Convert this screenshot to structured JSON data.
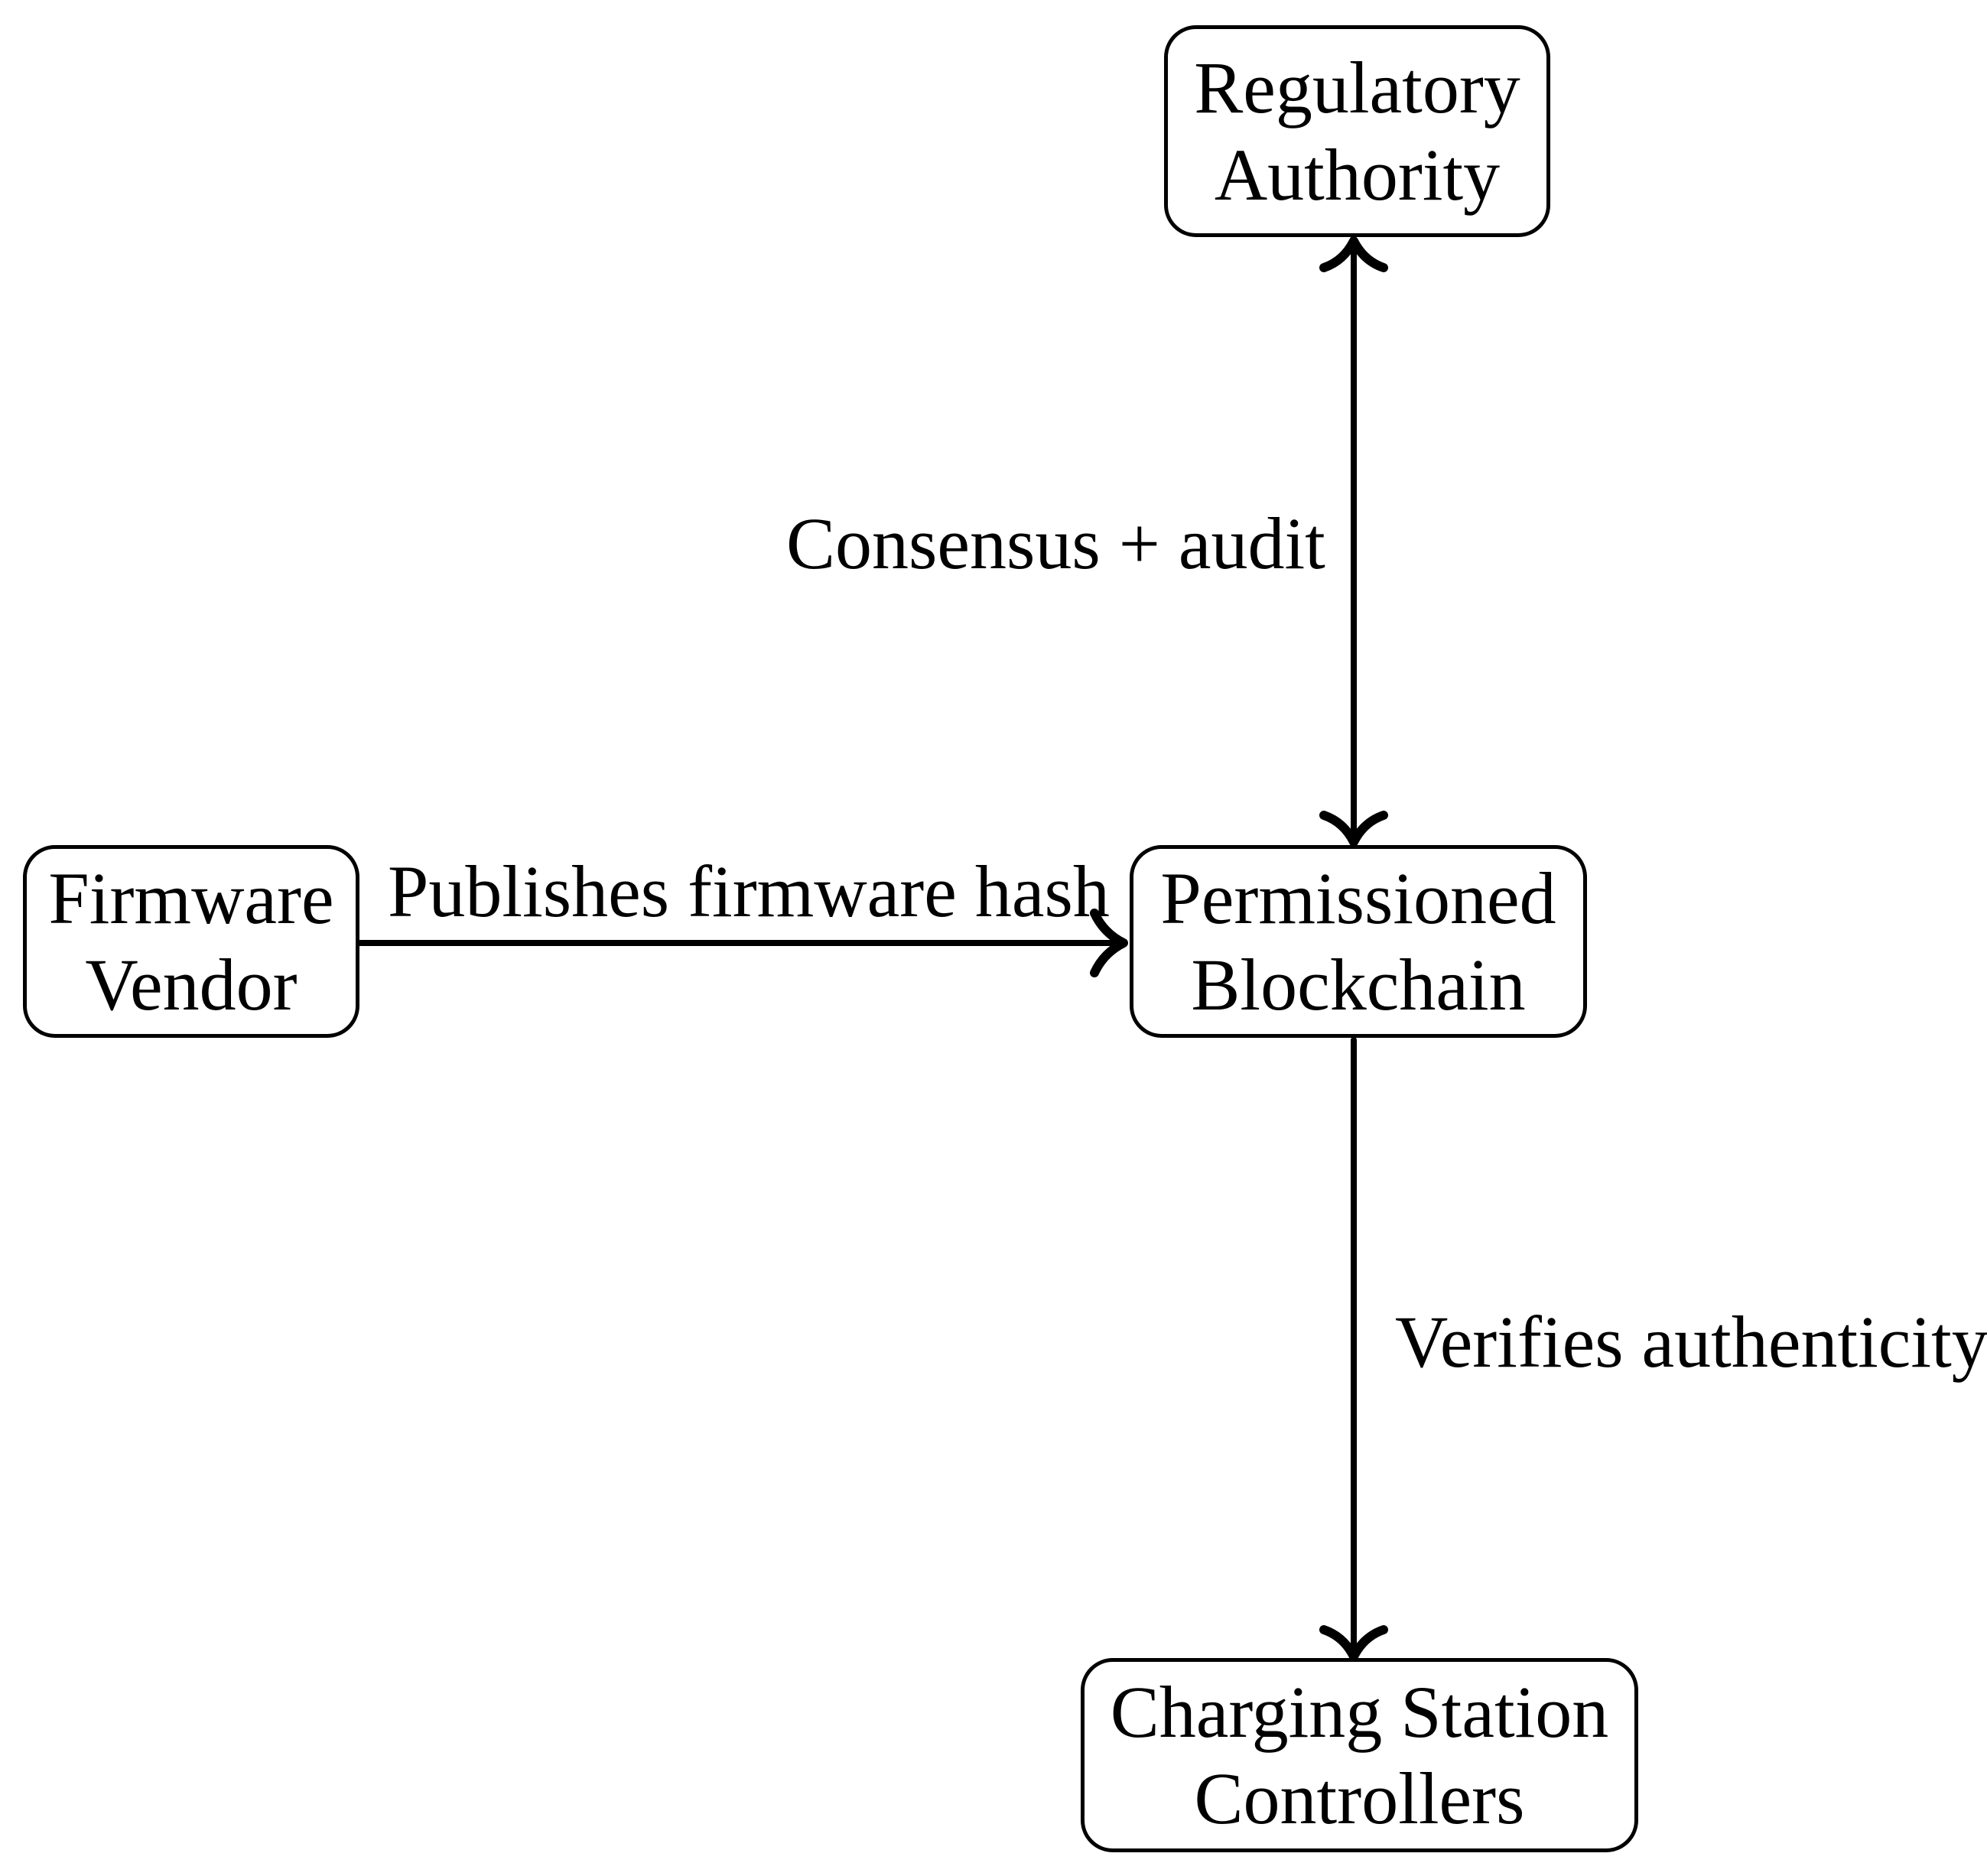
{
  "diagram": {
    "background_color": "#ffffff",
    "line_color": "#000000",
    "text_color": "#000000",
    "nodes": [
      {
        "id": "regulatory-authority",
        "label": "Regulatory Authority"
      },
      {
        "id": "firmware-vendor",
        "label": "Firmware Vendor"
      },
      {
        "id": "permissioned-blockchain",
        "label": "Permissioned Blockchain"
      },
      {
        "id": "charging-station-controllers",
        "label": "Charging Station Controllers"
      }
    ],
    "edges": [
      {
        "from": "permissioned-blockchain",
        "to": "regulatory-authority",
        "label": "Consensus + audit",
        "direction": "both"
      },
      {
        "from": "firmware-vendor",
        "to": "permissioned-blockchain",
        "label": "Publishes firmware hash",
        "direction": "forward"
      },
      {
        "from": "permissioned-blockchain",
        "to": "charging-station-controllers",
        "label": "Verifies authenticity",
        "direction": "forward"
      }
    ]
  }
}
